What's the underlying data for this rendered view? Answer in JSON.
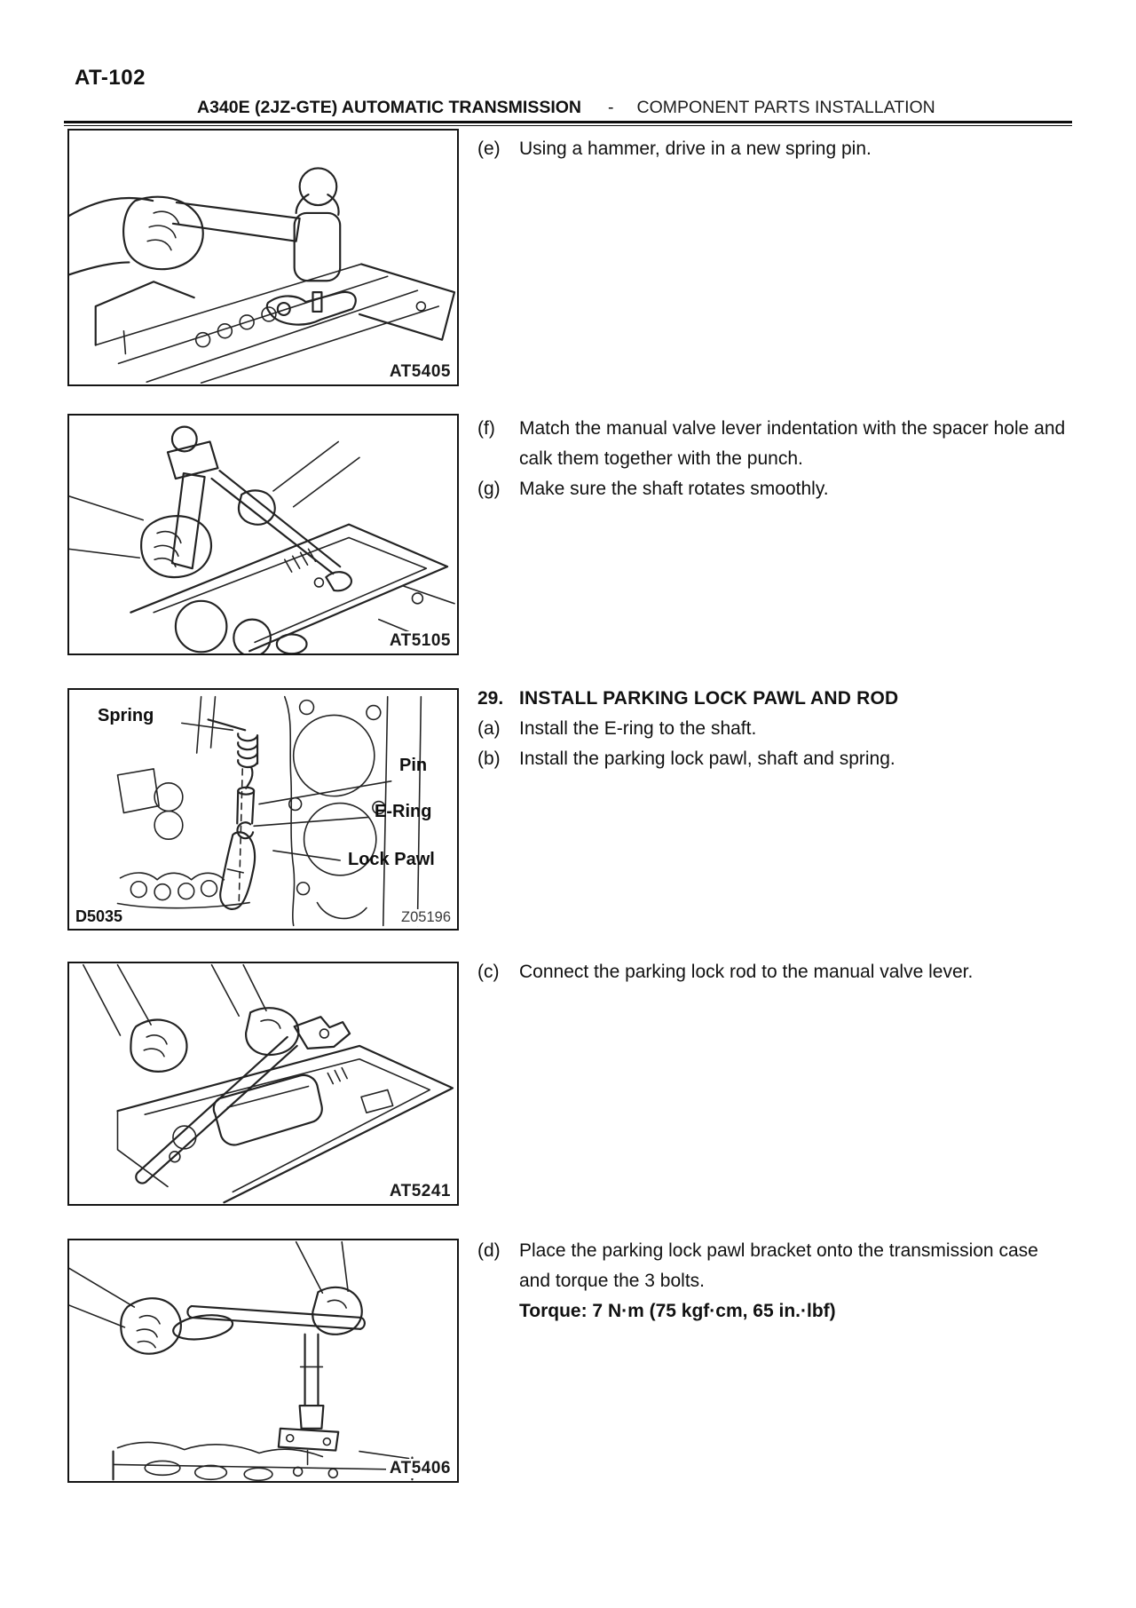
{
  "page": {
    "page_number": "AT-102",
    "header_bold": "A340E (2JZ-GTE)  AUTOMATIC TRANSMISSION",
    "header_sep": "-",
    "header_light": "COMPONENT PARTS INSTALLATION"
  },
  "figures": [
    {
      "code": "AT5405"
    },
    {
      "code": "AT5105"
    },
    {
      "code_left": "D5035",
      "code_right": "Z05196",
      "labels": {
        "spring": "Spring",
        "pin": "Pin",
        "ering": "E-Ring",
        "lock_pawl": "Lock Pawl"
      }
    },
    {
      "code": "AT5241"
    },
    {
      "code": "AT5406"
    }
  ],
  "steps": {
    "e": {
      "label": "(e)",
      "text": "Using a hammer, drive in a new spring pin."
    },
    "f": {
      "label": "(f)",
      "text": "Match the manual valve lever indentation with the spacer hole and calk them together with the punch."
    },
    "g": {
      "label": "(g)",
      "text": "Make sure the shaft rotates smoothly."
    },
    "section29": {
      "number": "29.",
      "title": "INSTALL PARKING LOCK PAWL AND ROD"
    },
    "a": {
      "label": "(a)",
      "text": "Install the E-ring to the shaft."
    },
    "b": {
      "label": "(b)",
      "text": "Install the parking lock pawl, shaft and spring."
    },
    "c": {
      "label": "(c)",
      "text": "Connect the parking lock rod to the manual valve lever."
    },
    "d": {
      "label": "(d)",
      "text": "Place the parking lock pawl bracket onto the transmission case and torque the 3 bolts."
    },
    "d_torque": "Torque: 7 N·m (75 kgf·cm, 65 in.·lbf)"
  }
}
